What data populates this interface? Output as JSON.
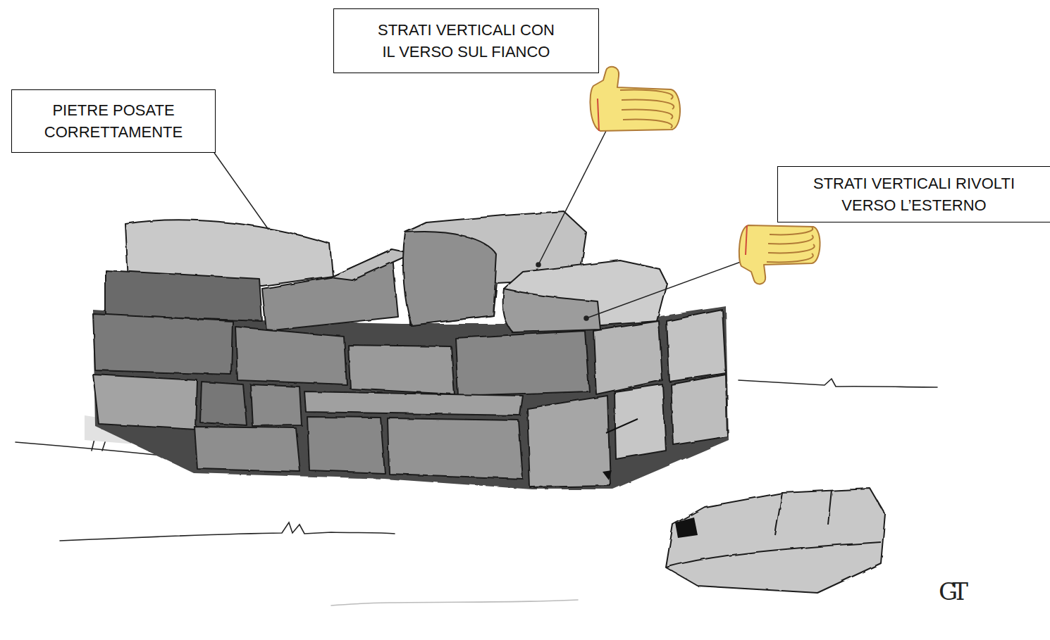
{
  "diagram": {
    "nodes": [
      {
        "text": [
          "PIETRE POSATE CORRETTAMENTE"
        ]
      },
      {
        "text": [
          "STRATI VERTICALI CON IL VERSO SUL FIANCO"
        ]
      },
      {
        "text": [
          "STRATI VERTICALI RIVOLTI VERSO L’ESTERNO"
        ]
      }
    ],
    "labels": [
      "GT"
    ]
  }
}
